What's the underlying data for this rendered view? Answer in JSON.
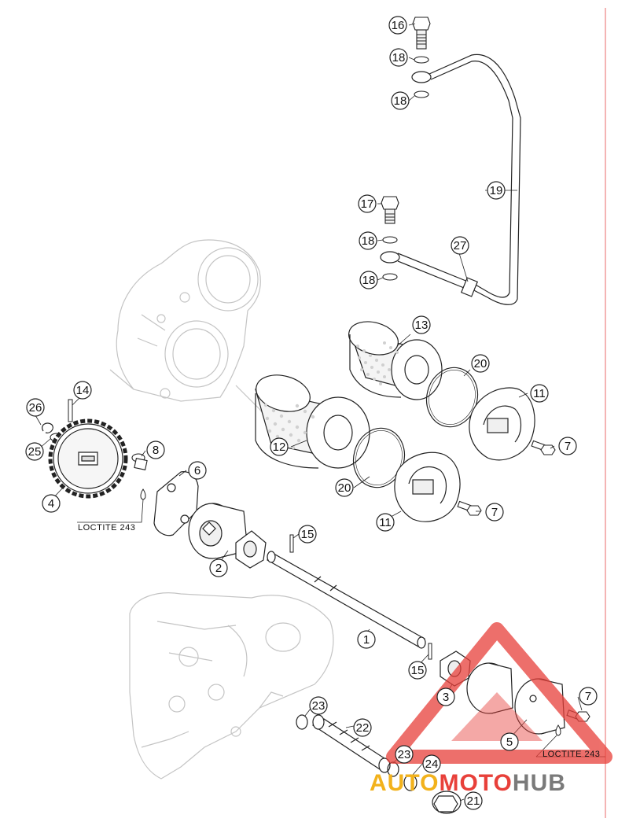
{
  "diagram": {
    "callouts": [
      {
        "id": "c16",
        "label": "16"
      },
      {
        "id": "c18a",
        "label": "18"
      },
      {
        "id": "c18b",
        "label": "18"
      },
      {
        "id": "c19",
        "label": "19"
      },
      {
        "id": "c17",
        "label": "17"
      },
      {
        "id": "c18c",
        "label": "18"
      },
      {
        "id": "c27",
        "label": "27"
      },
      {
        "id": "c18d",
        "label": "18"
      },
      {
        "id": "c13",
        "label": "13"
      },
      {
        "id": "c20a",
        "label": "20"
      },
      {
        "id": "c11a",
        "label": "11"
      },
      {
        "id": "c12",
        "label": "12"
      },
      {
        "id": "c7a",
        "label": "7"
      },
      {
        "id": "c14",
        "label": "14"
      },
      {
        "id": "c26",
        "label": "26"
      },
      {
        "id": "c8",
        "label": "8"
      },
      {
        "id": "c6",
        "label": "6"
      },
      {
        "id": "c25",
        "label": "25"
      },
      {
        "id": "c20b",
        "label": "20"
      },
      {
        "id": "c4",
        "label": "4"
      },
      {
        "id": "c11b",
        "label": "11"
      },
      {
        "id": "c7b",
        "label": "7"
      },
      {
        "id": "c15a",
        "label": "15"
      },
      {
        "id": "c2",
        "label": "2"
      },
      {
        "id": "c1",
        "label": "1"
      },
      {
        "id": "c15b",
        "label": "15"
      },
      {
        "id": "c3",
        "label": "3"
      },
      {
        "id": "c7c",
        "label": "7"
      },
      {
        "id": "c23a",
        "label": "23"
      },
      {
        "id": "c22",
        "label": "22"
      },
      {
        "id": "c5",
        "label": "5"
      },
      {
        "id": "c23b",
        "label": "23"
      },
      {
        "id": "c24",
        "label": "24"
      },
      {
        "id": "c21",
        "label": "21"
      }
    ],
    "loctite_labels": [
      {
        "id": "loctite-left",
        "text": "LOCTITE 243"
      },
      {
        "id": "loctite-right",
        "text": "LOCTITE 243"
      }
    ]
  },
  "watermark": {
    "word_auto": "AUTO",
    "word_moto": "MOTO",
    "word_hub": "HUB",
    "colors": {
      "auto": "#f2b21c",
      "moto": "#e8403a",
      "hub": "#7a7a7a",
      "triangle": "#e8403a"
    }
  },
  "colors": {
    "line": "#222222",
    "ghost": "#bdbdbd",
    "border": "#e86a6a"
  }
}
